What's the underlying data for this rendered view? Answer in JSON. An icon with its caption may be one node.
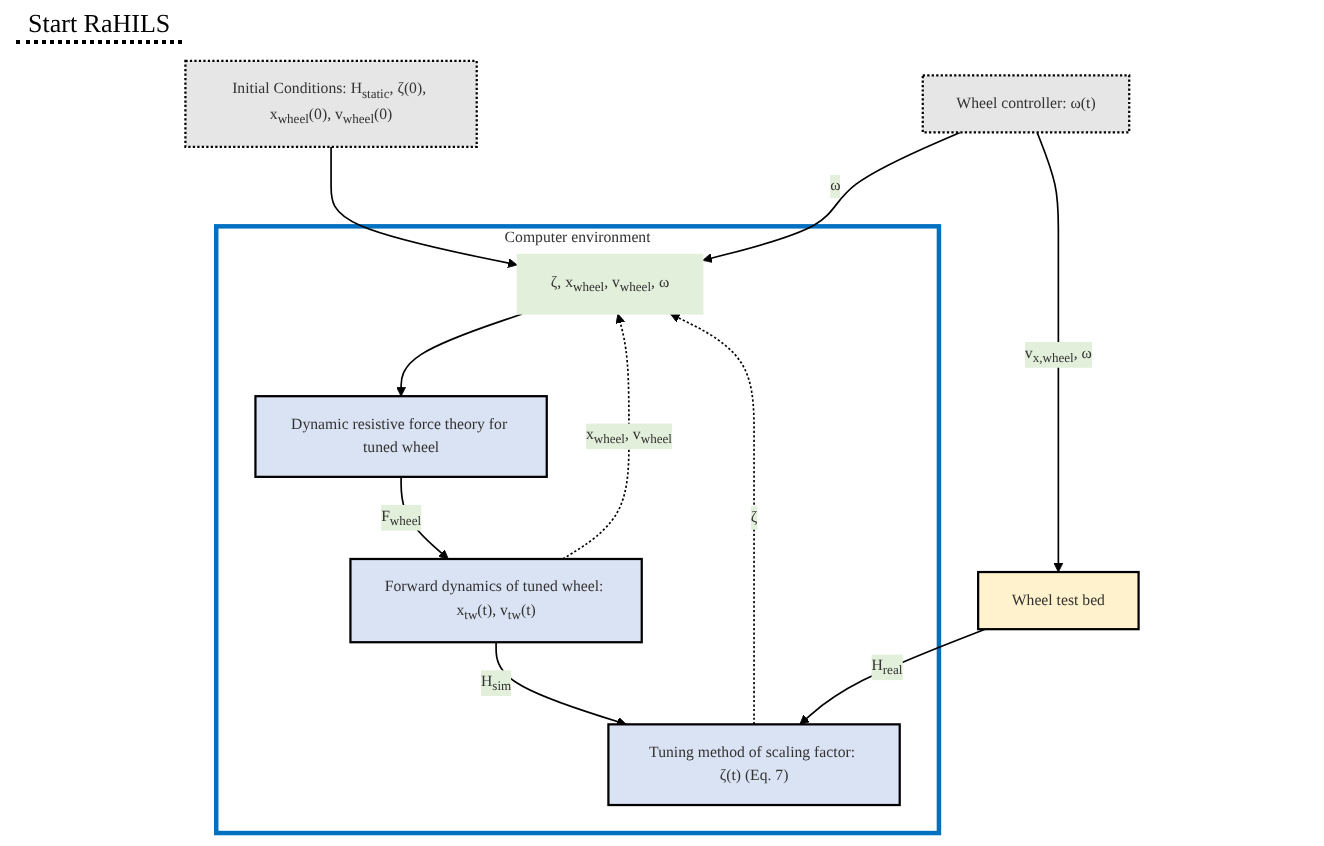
{
  "diagram": {
    "nodes": [
      {
        "text": [
          "Initial Conditions: H$_{static}$, ζ(0), x$_{wheel}$(0), v$_{wheel}$(0)"
        ]
      },
      {
        "text": [
          "Wheel controller: ω(t)"
        ]
      },
      {
        "text": [
          "Computer environment"
        ]
      },
      {
        "text": [
          "ζ, x$_{wheel}$, v$_{wheel}$, ω"
        ],
        "in": 2
      },
      {
        "text": [
          "Dynamic resistive force theory for tuned wheel"
        ],
        "in": 2
      },
      {
        "text": [
          "Forward dynamics of tuned wheel: x$_{tw}$(t), v$_{tw}$(t)"
        ],
        "in": 2
      },
      {
        "text": [
          "Tuning method of scaling factor: ζ(t) (Eq. 7)"
        ],
        "in": 2
      },
      {
        "text": [
          "Wheel test bed"
        ]
      }
    ],
    "edges": [
      {
        "from": 0,
        "to": 3,
        "arrow": "to"
      },
      {
        "from": 1,
        "to": 3,
        "arrow": "to",
        "label": "ω"
      },
      {
        "from": 1,
        "to": 7,
        "arrow": "to",
        "label": "v$_{x,wheel}$, ω"
      },
      {
        "from": 5,
        "to": 3,
        "arrow": "to",
        "label": "x$_{wheel}$, v$_{wheel}$",
        "style": "dashed"
      },
      {
        "from": 6,
        "to": 3,
        "arrow": "to",
        "label": "ζ",
        "style": "dashed"
      },
      {
        "from": 3,
        "to": 4,
        "arrow": "to"
      },
      {
        "from": 4,
        "to": 5,
        "arrow": "to",
        "label": "F$_{wheel}$"
      },
      {
        "from": 5,
        "to": 6,
        "arrow": "to",
        "label": "H$_{sim}$"
      },
      {
        "from": 7,
        "to": 6,
        "arrow": "to",
        "label": "H$_{real}$"
      }
    ],
    "labels": [
      "Start RaHILS"
    ]
  }
}
